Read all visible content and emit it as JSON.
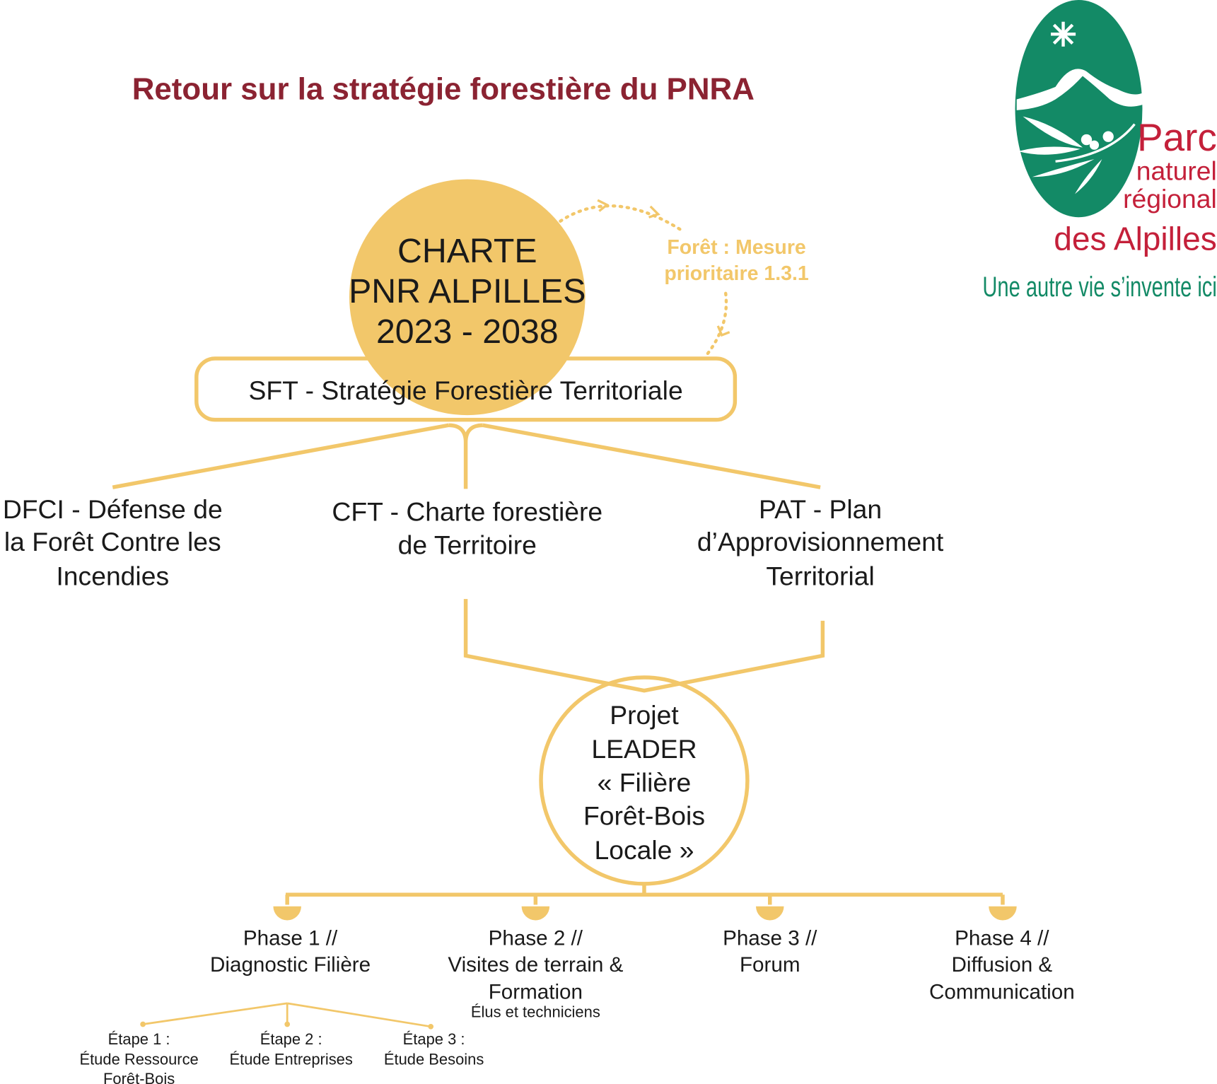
{
  "title": "Retour sur la stratégie forestière du PNRA",
  "colors": {
    "title": "#8b2332",
    "gold": "#f2c76a",
    "logo_green": "#138a66",
    "logo_red": "#c4203a"
  },
  "charte": {
    "lines": [
      "CHARTE",
      "PNR ALPILLES",
      "2023 - 2038"
    ]
  },
  "mesure": {
    "lines": [
      "Forêt : Mesure",
      "prioritaire 1.3.1"
    ]
  },
  "sft": "SFT - Stratégie Forestière Territoriale",
  "dfci": {
    "lines": [
      "DFCI - Défense de",
      "la Forêt Contre les",
      "Incendies"
    ]
  },
  "cft": {
    "lines": [
      "CFT - Charte forestière",
      "de Territoire"
    ]
  },
  "pat": {
    "lines": [
      "PAT - Plan",
      "d’Approvisionnement",
      "Territorial"
    ]
  },
  "leader": {
    "lines": [
      "Projet",
      "LEADER",
      "« Filière",
      "Forêt-Bois",
      "Locale »"
    ]
  },
  "phases": [
    {
      "lines": [
        "Phase 1 //",
        "Diagnostic Filière"
      ]
    },
    {
      "lines": [
        "Phase 2 //",
        "Visites de terrain &",
        "Formation"
      ],
      "note": "Élus et techniciens"
    },
    {
      "lines": [
        "Phase 3 //",
        "Forum"
      ]
    },
    {
      "lines": [
        "Phase 4 //",
        "Diffusion &",
        "Communication"
      ]
    }
  ],
  "etapes": [
    {
      "lines": [
        "Étape 1 :",
        "Étude Ressource",
        "Forêt-Bois"
      ]
    },
    {
      "lines": [
        "Étape 2 :",
        "Étude Entreprises"
      ]
    },
    {
      "lines": [
        "Étape 3 :",
        "Étude Besoins"
      ]
    }
  ],
  "logo": {
    "lines": [
      "Parc",
      "naturel",
      "régional",
      "des Alpilles"
    ],
    "tagline": "Une autre vie s’invente ici"
  }
}
